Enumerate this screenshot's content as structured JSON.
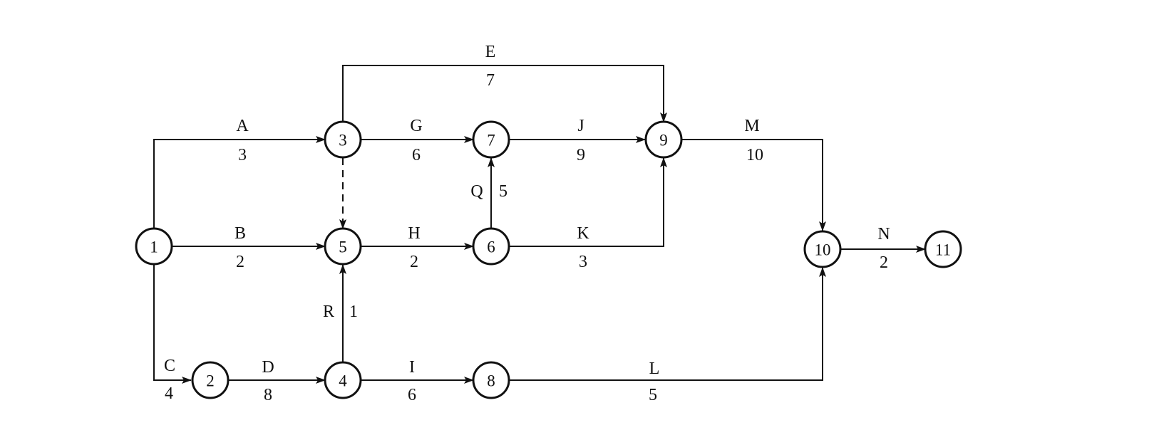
{
  "diagram": {
    "nodes": [
      {
        "id": "1",
        "label": "1"
      },
      {
        "id": "2",
        "label": "2"
      },
      {
        "id": "3",
        "label": "3"
      },
      {
        "id": "4",
        "label": "4"
      },
      {
        "id": "5",
        "label": "5"
      },
      {
        "id": "6",
        "label": "6"
      },
      {
        "id": "7",
        "label": "7"
      },
      {
        "id": "8",
        "label": "8"
      },
      {
        "id": "9",
        "label": "9"
      },
      {
        "id": "10",
        "label": "10"
      },
      {
        "id": "11",
        "label": "11"
      }
    ],
    "activities": [
      {
        "name": "A",
        "duration": "3",
        "from": "1",
        "to": "3"
      },
      {
        "name": "B",
        "duration": "2",
        "from": "1",
        "to": "5"
      },
      {
        "name": "C",
        "duration": "4",
        "from": "1",
        "to": "2"
      },
      {
        "name": "D",
        "duration": "8",
        "from": "2",
        "to": "4"
      },
      {
        "name": "E",
        "duration": "7",
        "from": "3",
        "to": "9"
      },
      {
        "name": "G",
        "duration": "6",
        "from": "3",
        "to": "7"
      },
      {
        "name": "H",
        "duration": "2",
        "from": "5",
        "to": "6"
      },
      {
        "name": "I",
        "duration": "6",
        "from": "4",
        "to": "8"
      },
      {
        "name": "J",
        "duration": "9",
        "from": "7",
        "to": "9"
      },
      {
        "name": "K",
        "duration": "3",
        "from": "6",
        "to": "9"
      },
      {
        "name": "L",
        "duration": "5",
        "from": "8",
        "to": "10"
      },
      {
        "name": "M",
        "duration": "10",
        "from": "9",
        "to": "10"
      },
      {
        "name": "N",
        "duration": "2",
        "from": "10",
        "to": "11"
      },
      {
        "name": "Q",
        "duration": "5",
        "from": "6",
        "to": "7"
      },
      {
        "name": "R",
        "duration": "1",
        "from": "4",
        "to": "5"
      }
    ],
    "dummy_activities": [
      {
        "from": "3",
        "to": "5"
      }
    ]
  }
}
